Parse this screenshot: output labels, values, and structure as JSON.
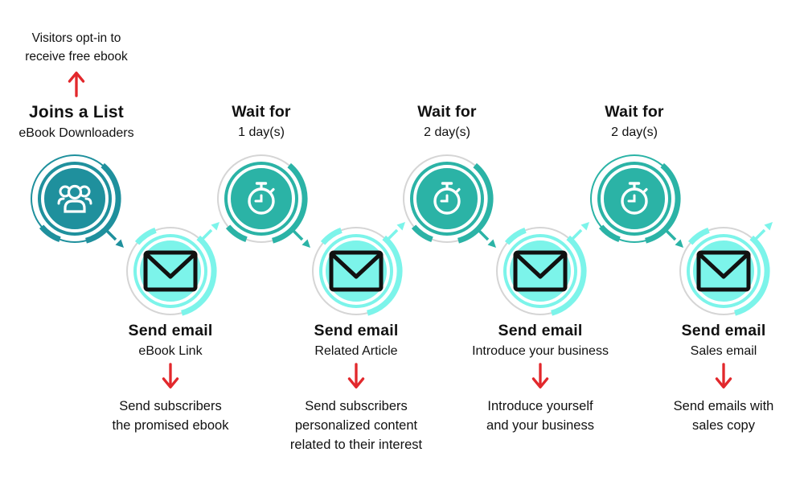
{
  "palette": {
    "dark_teal": "#1F909D",
    "teal": "#2BB3A6",
    "cyan": "#7CF4EA",
    "ring_gray": "#D5D5D5",
    "red": "#E2282C",
    "text": "#111111",
    "background": "#FFFFFF"
  },
  "entry": {
    "annotation": [
      "Visitors opt-in to",
      "receive free ebook"
    ],
    "title": "Joins a List",
    "subtitle": "eBook Downloaders",
    "icon": "group-icon"
  },
  "waits": [
    {
      "title": "Wait for",
      "duration": "1 day(s)",
      "icon": "stopwatch-icon"
    },
    {
      "title": "Wait for",
      "duration": "2 day(s)",
      "icon": "stopwatch-icon"
    },
    {
      "title": "Wait for",
      "duration": "2 day(s)",
      "icon": "stopwatch-icon"
    }
  ],
  "emails": [
    {
      "title": "Send email",
      "subtitle": "eBook Link",
      "icon": "envelope-icon",
      "description": [
        "Send subscribers",
        "the promised ebook"
      ]
    },
    {
      "title": "Send email",
      "subtitle": "Related Article",
      "icon": "envelope-icon",
      "description": [
        "Send subscribers",
        "personalized content",
        "related to their interest"
      ]
    },
    {
      "title": "Send email",
      "subtitle": "Introduce your business",
      "icon": "envelope-icon",
      "description": [
        "Introduce yourself",
        "and your business"
      ]
    },
    {
      "title": "Send email",
      "subtitle": "Sales email",
      "icon": "envelope-icon",
      "description": [
        "Send emails with",
        "sales copy"
      ]
    }
  ]
}
